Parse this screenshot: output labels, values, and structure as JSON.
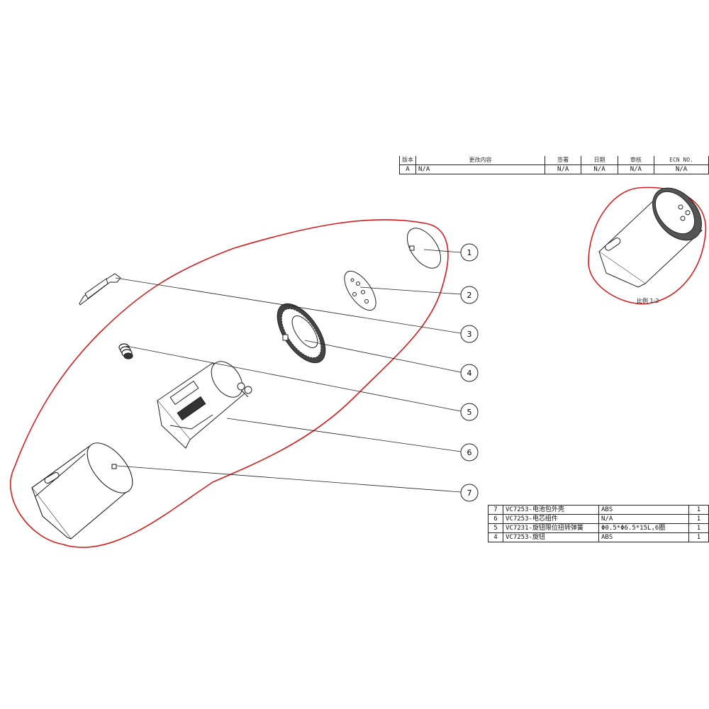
{
  "revision_table": {
    "headers": [
      "版本",
      "更改内容",
      "签署",
      "日期",
      "审核",
      "ECN NO."
    ],
    "rows": [
      {
        "rev": "A",
        "content": "N/A",
        "sign": "N/A",
        "date": "N/A",
        "check": "N/A",
        "ecn": "N/A"
      }
    ]
  },
  "balloons": [
    "1",
    "2",
    "3",
    "4",
    "5",
    "6",
    "7"
  ],
  "scale_note": "比例 1:2",
  "bom": [
    {
      "no": "7",
      "name": "VC7253-电池包外壳",
      "material": "ABS",
      "qty": "1"
    },
    {
      "no": "6",
      "name": "VC7253-电芯组件",
      "material": "N/A",
      "qty": "1"
    },
    {
      "no": "5",
      "name": "VC7231-旋钮限位扭转弹簧",
      "material": "Φ0.5*Φ6.5*15L,6圈",
      "qty": "1"
    },
    {
      "no": "4",
      "name": "VC7253-旋钮",
      "material": "ABS",
      "qty": "1"
    }
  ],
  "colors": {
    "markup": "#d41e1e",
    "line": "#222222"
  }
}
